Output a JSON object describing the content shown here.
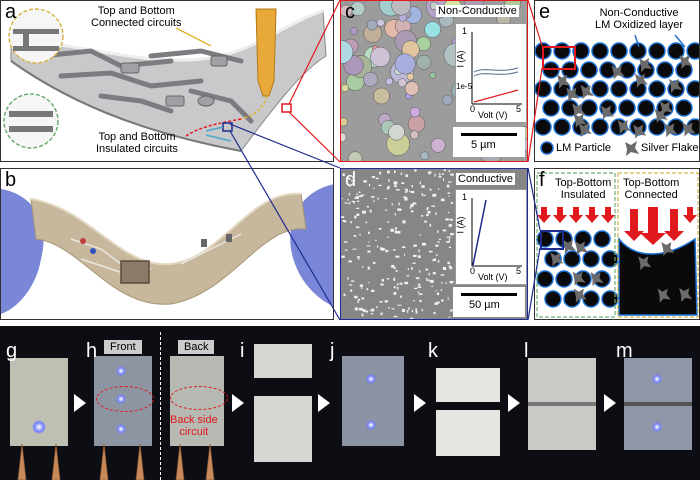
{
  "panels": {
    "a": {
      "label": "a",
      "callout_top": "Top and Bottom\nConnected circuits",
      "callout_bottom": "Top and Bottom\nInsulated circuits"
    },
    "b": {
      "label": "b"
    },
    "c": {
      "label": "c",
      "title": "Non-Conductive",
      "scale": "5 µm",
      "inset": {
        "ylabel": "I (A)",
        "xlabel": "Volt (V)",
        "y_top": "1",
        "y_mid": "1e-5",
        "x_left": "0",
        "x_right": "5"
      }
    },
    "d": {
      "label": "d",
      "title": "Conductive",
      "scale": "50 µm",
      "inset": {
        "ylabel": "I (A)",
        "xlabel": "Volt (V)",
        "y_top": "1",
        "x_left": "0",
        "x_right": "5"
      }
    },
    "e": {
      "label": "e",
      "title": "Non-Conductive\nLM Oxidized layer",
      "legend_lm": "LM Particle",
      "legend_ag": "Silver Flake"
    },
    "f": {
      "label": "f",
      "insulated": "Top-Bottom\nInsulated",
      "connected": "Top-Bottom\nConnected"
    }
  },
  "strip": {
    "g": "g",
    "h": "h",
    "i": "i",
    "j": "j",
    "k": "k",
    "l": "l",
    "m": "m",
    "front": "Front",
    "back": "Back",
    "back_note": "Back side\ncircuit"
  },
  "colors": {
    "red": "#e0191e",
    "blue": "#1f2b8f",
    "green": "#6fae73",
    "yellow": "#e3b332",
    "dashed_yellow": "#d8b34a",
    "lm_blue": "#1a6fd6"
  }
}
